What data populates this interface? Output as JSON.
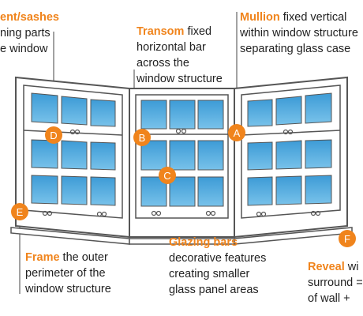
{
  "accent_color": "#f0841c",
  "glass_color": "#4fa9dd",
  "frame_color": "#555555",
  "labels": {
    "casement": {
      "term": "ent/sashes",
      "line1": "ning parts",
      "line2": "e window"
    },
    "transom": {
      "term": "Transom",
      "line1_rest": " fixed",
      "line2": "horizontal bar",
      "line3": "across the",
      "line4": "window structure"
    },
    "mullion": {
      "term": "Mullion",
      "line1_rest": " fixed vertical",
      "line2": "within window structure",
      "line3": "separating glass case"
    },
    "frame": {
      "term": "Frame",
      "line1_rest": " the outer",
      "line2": "perimeter of the",
      "line3": "window structure"
    },
    "glazing": {
      "term": "Glazing bars",
      "line2": "decorative features",
      "line3": "creating smaller",
      "line4": "glass panel areas"
    },
    "reveal": {
      "term": "Reveal",
      "line1_rest": " wi",
      "line2": "surround =",
      "line3": "of wall + "
    }
  },
  "badges": {
    "a": "A",
    "b": "B",
    "c": "C",
    "d": "D",
    "e": "E",
    "f": "F"
  }
}
